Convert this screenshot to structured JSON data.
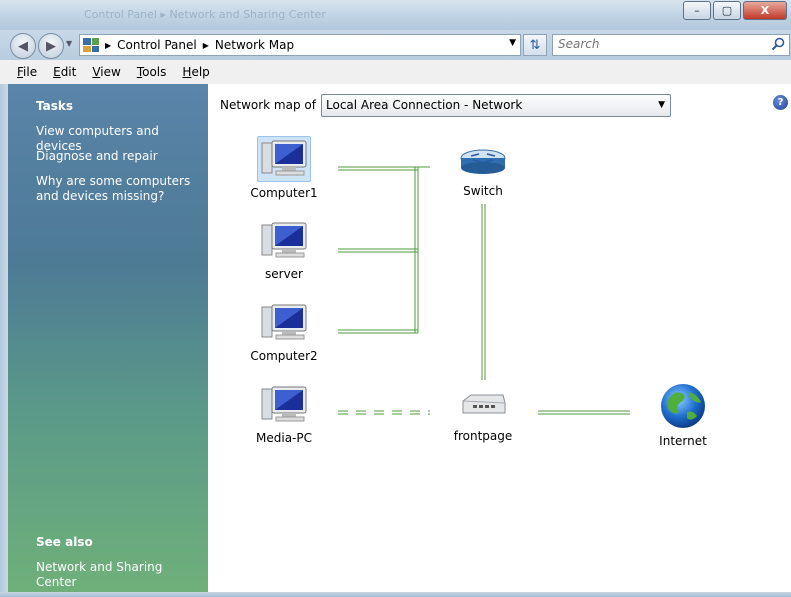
{
  "window": {
    "ghost_title": "Control Panel  ▸  Network and Sharing Center",
    "min_label": "–",
    "max_label": "▢",
    "close_label": "X"
  },
  "address": {
    "crumbs": [
      "Control Panel",
      "Network Map"
    ]
  },
  "search": {
    "placeholder": "Search"
  },
  "menu": {
    "items": [
      {
        "u": "F",
        "rest": "ile"
      },
      {
        "u": "E",
        "rest": "dit"
      },
      {
        "u": "V",
        "rest": "iew"
      },
      {
        "u": "T",
        "rest": "ools"
      },
      {
        "u": "H",
        "rest": "elp"
      }
    ]
  },
  "sidebar": {
    "tasks_heading": "Tasks",
    "links": [
      "View computers and devices",
      "Diagnose and repair",
      "Why are some computers and devices missing?"
    ],
    "see_also_heading": "See also",
    "see_also_links": [
      "Network and Sharing Center"
    ]
  },
  "map": {
    "label": "Network map of",
    "selected_network": "Local Area Connection - Network",
    "nodes": {
      "computer1": "Computer1",
      "server": "server",
      "computer2": "Computer2",
      "media_pc": "Media-PC",
      "switch": "Switch",
      "frontpage": "frontpage",
      "internet": "Internet"
    }
  },
  "icons": {
    "back": "back-arrow-icon",
    "forward": "forward-arrow-icon",
    "refresh": "refresh-icon",
    "search": "search-icon",
    "help": "help-icon",
    "computer": "computer-icon",
    "switch": "switch-icon",
    "router": "router-icon",
    "internet": "globe-icon"
  },
  "colors": {
    "link_line": "#4f9a3c",
    "sidebar_top": "#5a84a9",
    "sidebar_bottom": "#6fb07a"
  }
}
